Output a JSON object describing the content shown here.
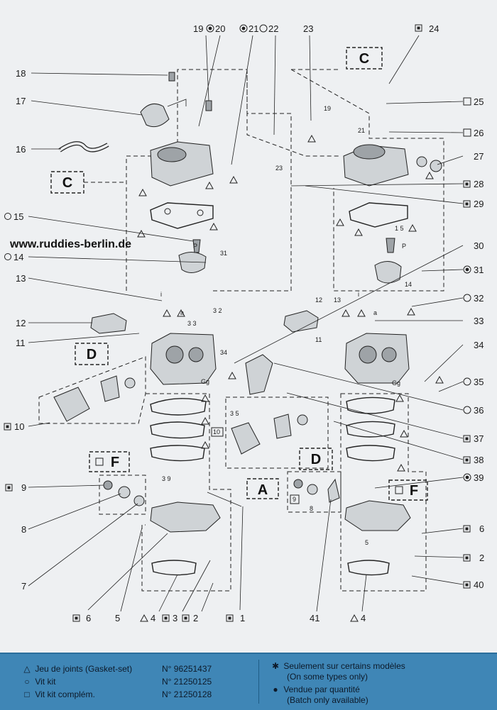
{
  "website": "www.ruddies-berlin.de",
  "box_labels": [
    "C",
    "C",
    "D",
    "D",
    "F",
    "F",
    "A"
  ],
  "callouts": {
    "n1": "1",
    "n2": "2",
    "n3": "3",
    "n4": "4",
    "n5": "5",
    "n6": "6",
    "n7": "7",
    "n8": "8",
    "n9": "9",
    "n10": "10",
    "n11": "11",
    "n12": "12",
    "n13": "13",
    "n14": "14",
    "n15": "15",
    "n16": "16",
    "n17": "17",
    "n18": "18",
    "n19": "19",
    "n20": "20",
    "n21": "21",
    "n22": "22",
    "n23": "23",
    "n24": "24",
    "n25": "25",
    "n26": "26",
    "n27": "27",
    "n28": "28",
    "n29": "29",
    "n30": "30",
    "n31": "31",
    "n32": "32",
    "n33": "33",
    "n34": "34",
    "n35": "35",
    "n36": "36",
    "n37": "37",
    "n38": "38",
    "n39": "39",
    "n40": "40",
    "n41": "41"
  },
  "inline_labels": {
    "p": "P",
    "gg": "Gg",
    "i": "i",
    "a": "a",
    "s19": "19",
    "s21": "21",
    "s23": "23",
    "s31": "31",
    "s32": "3 2",
    "s33": "3 3",
    "s34": "34",
    "s35": "3 5",
    "s15": "1 5",
    "s14": "14",
    "s12": "12",
    "s13": "13",
    "s11": "11",
    "s39": "3 9",
    "s5": "5",
    "s9": "9",
    "s8": "8",
    "s10": "10"
  },
  "legend": {
    "left": [
      {
        "symbol": "△",
        "text": "Jeu de joints (Gasket-set)",
        "ref": "N° 96251437"
      },
      {
        "symbol": "○",
        "text": "Vit kit",
        "ref": "N° 21250125"
      },
      {
        "symbol": "□",
        "text": "Vit kit complém.",
        "ref": "N° 21250128"
      }
    ],
    "right": [
      {
        "symbol": "✱",
        "text": "Seulement sur certains modèles",
        "sub": "(On some types only)"
      },
      {
        "symbol": "●",
        "text": "Vendue par quantité",
        "sub": "(Batch only available)"
      }
    ]
  },
  "colors": {
    "legend_bg": "#3f86b6",
    "paper": "#eef0f2",
    "ink": "#1a1a1a"
  }
}
